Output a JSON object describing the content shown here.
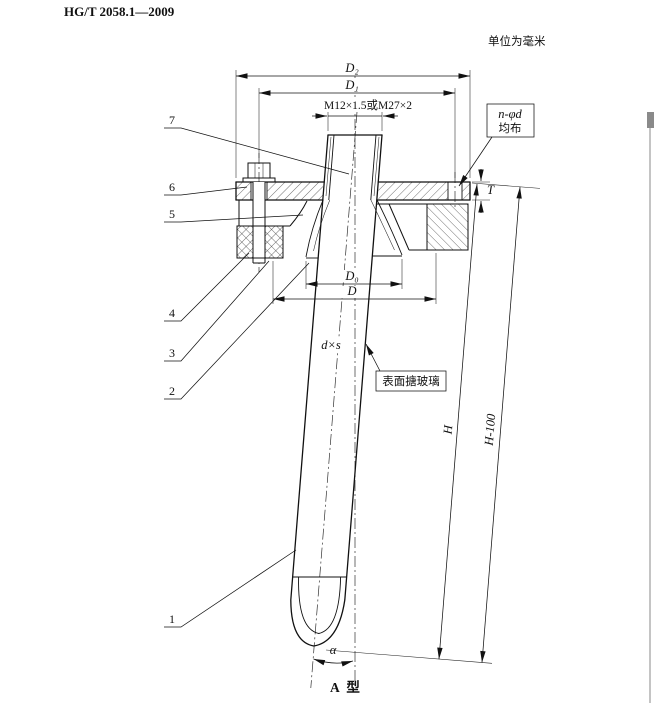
{
  "header": {
    "standard": "HG/T 2058.1—2009",
    "units_note": "单位为毫米"
  },
  "figure": {
    "caption": "A 型",
    "labels": {
      "d2": "D₂",
      "d1": "D₁",
      "thread": "M12×1.5或M27×2",
      "holes": "n-φd",
      "holes_note": "均布",
      "t": "T",
      "d0": "D₀",
      "d": "D",
      "dxs": "d×s",
      "surface_note": "表面搪玻璃",
      "h": "H",
      "h_minus_100": "H-100",
      "alpha": "α"
    },
    "items": [
      "7",
      "6",
      "5",
      "4",
      "3",
      "2",
      "1"
    ]
  }
}
